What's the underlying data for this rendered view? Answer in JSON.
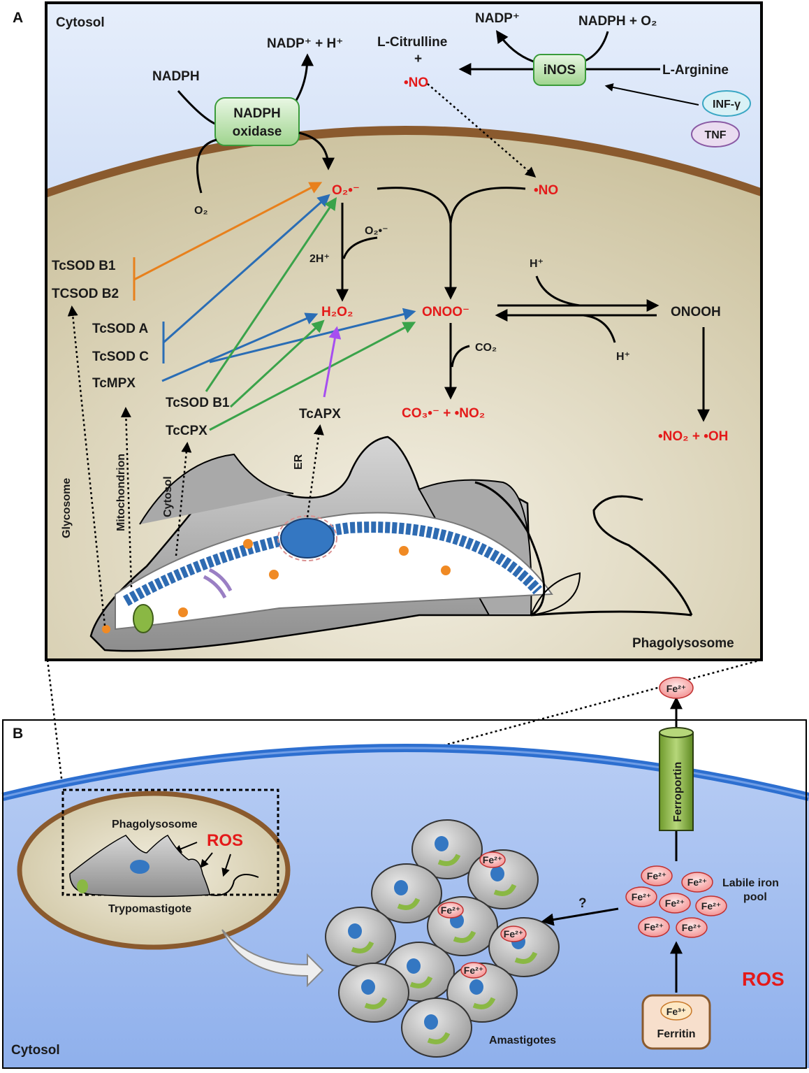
{
  "panel_a": {
    "label": "A",
    "cytosol": "Cytosol",
    "phagolysosome": "Phagolysosome",
    "nadph_left": "NADPH",
    "nadp_h": "NADP⁺ + H⁺",
    "nadph_oxidase_1": "NADPH",
    "nadph_oxidase_2": "oxidase",
    "o2_in": "O₂",
    "l_citrulline": "L-Citrulline",
    "plus": "+",
    "no_top": "•NO",
    "nadp_top": "NADP⁺",
    "nadph_o2": "NADPH + O₂",
    "inos": "iNOS",
    "l_arginine": "L-Arginine",
    "inf": "INF-γ",
    "tnf": "TNF",
    "superoxide": "O₂•⁻",
    "no_right": "•NO",
    "superoxide_side": "O₂•⁻",
    "two_h": "2H⁺",
    "h2o2": "H₂O₂",
    "onoo": "ONOO⁻",
    "onooh": "ONOOH",
    "h_plus_top": "H⁺",
    "h_plus_bottom": "H⁺",
    "co2": "CO₂",
    "co3_no2": "CO₃•⁻ + •NO₂",
    "no2_oh": "•NO₂ + •OH",
    "tcsod_b1": "TcSOD B1",
    "tcsod_b2": "TCSOD B2",
    "tcsod_a": "TcSOD A",
    "tcsod_c": "TcSOD C",
    "tcmpx": "TcMPX",
    "tcsod_b1_cyt": "TcSOD B1",
    "tccpx": "TcCPX",
    "tcapx": "TcAPX",
    "glycosome": "Glycosome",
    "mitochondrion": "Mitochondrion",
    "cytosol_vert": "Cytosol",
    "er": "ER"
  },
  "panel_b": {
    "label": "B",
    "phagolysosome": "Phagolysosome",
    "ros_small": "ROS",
    "trypomastigote": "Trypomastigote",
    "amastigotes": "Amastigotes",
    "question": "?",
    "labile_1": "Labile iron",
    "labile_2": "pool",
    "ros_big": "ROS",
    "ferroportin": "Ferroportin",
    "ferritin": "Ferritin",
    "fe3": "Fe³⁺",
    "fe2": "Fe²⁺",
    "cytosol": "Cytosol"
  },
  "colors": {
    "sky": "#a9c3ef",
    "cell_interior": "#d8d0b4",
    "membrane": "#8a5a2e",
    "panel_b_bg": "#9fbcf0",
    "membrane_blue": "#2d6fd0",
    "orange_arrow": "#e8801c",
    "blue_arrow": "#2a6db5",
    "green_arrow": "#3aa34a",
    "purple_arrow": "#a64ef0",
    "red_text": "#e41a1a"
  }
}
